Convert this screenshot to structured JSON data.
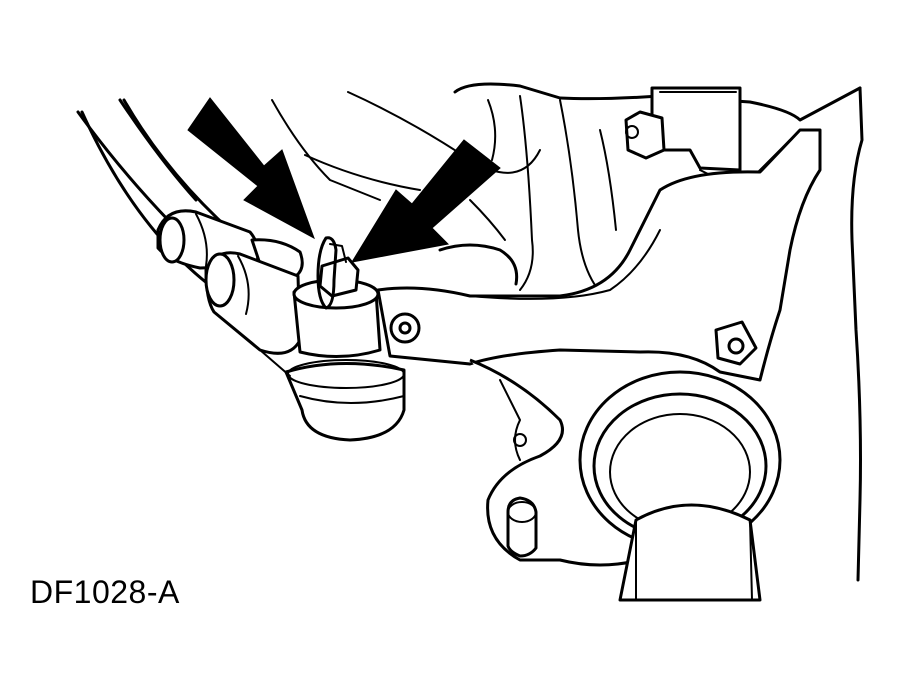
{
  "figure": {
    "id": "DF1028-A"
  },
  "colors": {
    "line": "#000000",
    "background": "#ffffff"
  },
  "callouts": [
    {
      "name": "left-arrow",
      "points_to": "clip-pin"
    },
    {
      "name": "right-arrow",
      "points_to": "clip-pin"
    }
  ]
}
